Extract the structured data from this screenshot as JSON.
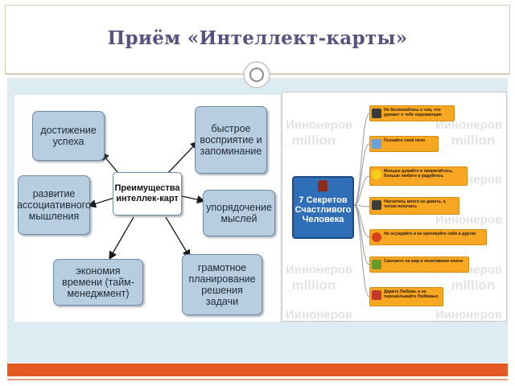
{
  "slide": {
    "title": "Приём «Интеллект-карты»"
  },
  "left_diagram": {
    "center": "Преимущества интеллек-карт",
    "nodes": [
      {
        "id": "success",
        "label": "достижение успеха"
      },
      {
        "id": "fast",
        "label": "быстрое восприятие и запоминание"
      },
      {
        "id": "assoc",
        "label": "развитие ассоциативного мышления"
      },
      {
        "id": "order",
        "label": "упорядочение мыслей"
      },
      {
        "id": "time",
        "label": "экономия времени (тайм-менеджмент)"
      },
      {
        "id": "plan",
        "label": "грамотное планирование решения задачи"
      }
    ]
  },
  "right_map": {
    "center": "7 Секретов Счастливого Человека",
    "watermark_a": "Иинонеров",
    "watermark_b": "_million",
    "branches": [
      {
        "label": "Не беспокойтесь о том, что думают о тебе окружающие",
        "icon_color": "#3b3b3b"
      },
      {
        "label": "Познайте своё пело",
        "icon_color": "#6aa0d8"
      },
      {
        "label": "Меньше думайте и напрягайтесь, больше любите и радуйтесь",
        "icon_color": "#f5d21a"
      },
      {
        "label": "Научитесь много не давать, а потом получать",
        "icon_color": "#3c3c3c"
      },
      {
        "label": "Не осуждайте и не критикуйте себя и других",
        "icon_color": "#d8401e"
      },
      {
        "label": "Смотрите на мир в позитивном ключе",
        "icon_color": "#6a9a2a"
      },
      {
        "label": "Дарите Любовь и не перешёльвайте Любимых",
        "icon_color": "#c0392b"
      }
    ]
  },
  "colors": {
    "title": "#5a5180",
    "panel": "#dcecf2",
    "accent_bar": "#e35b22",
    "node_fill": "#b7cde0",
    "branch_fill": "#f7a722",
    "mm_center": "#2f6fb8"
  }
}
